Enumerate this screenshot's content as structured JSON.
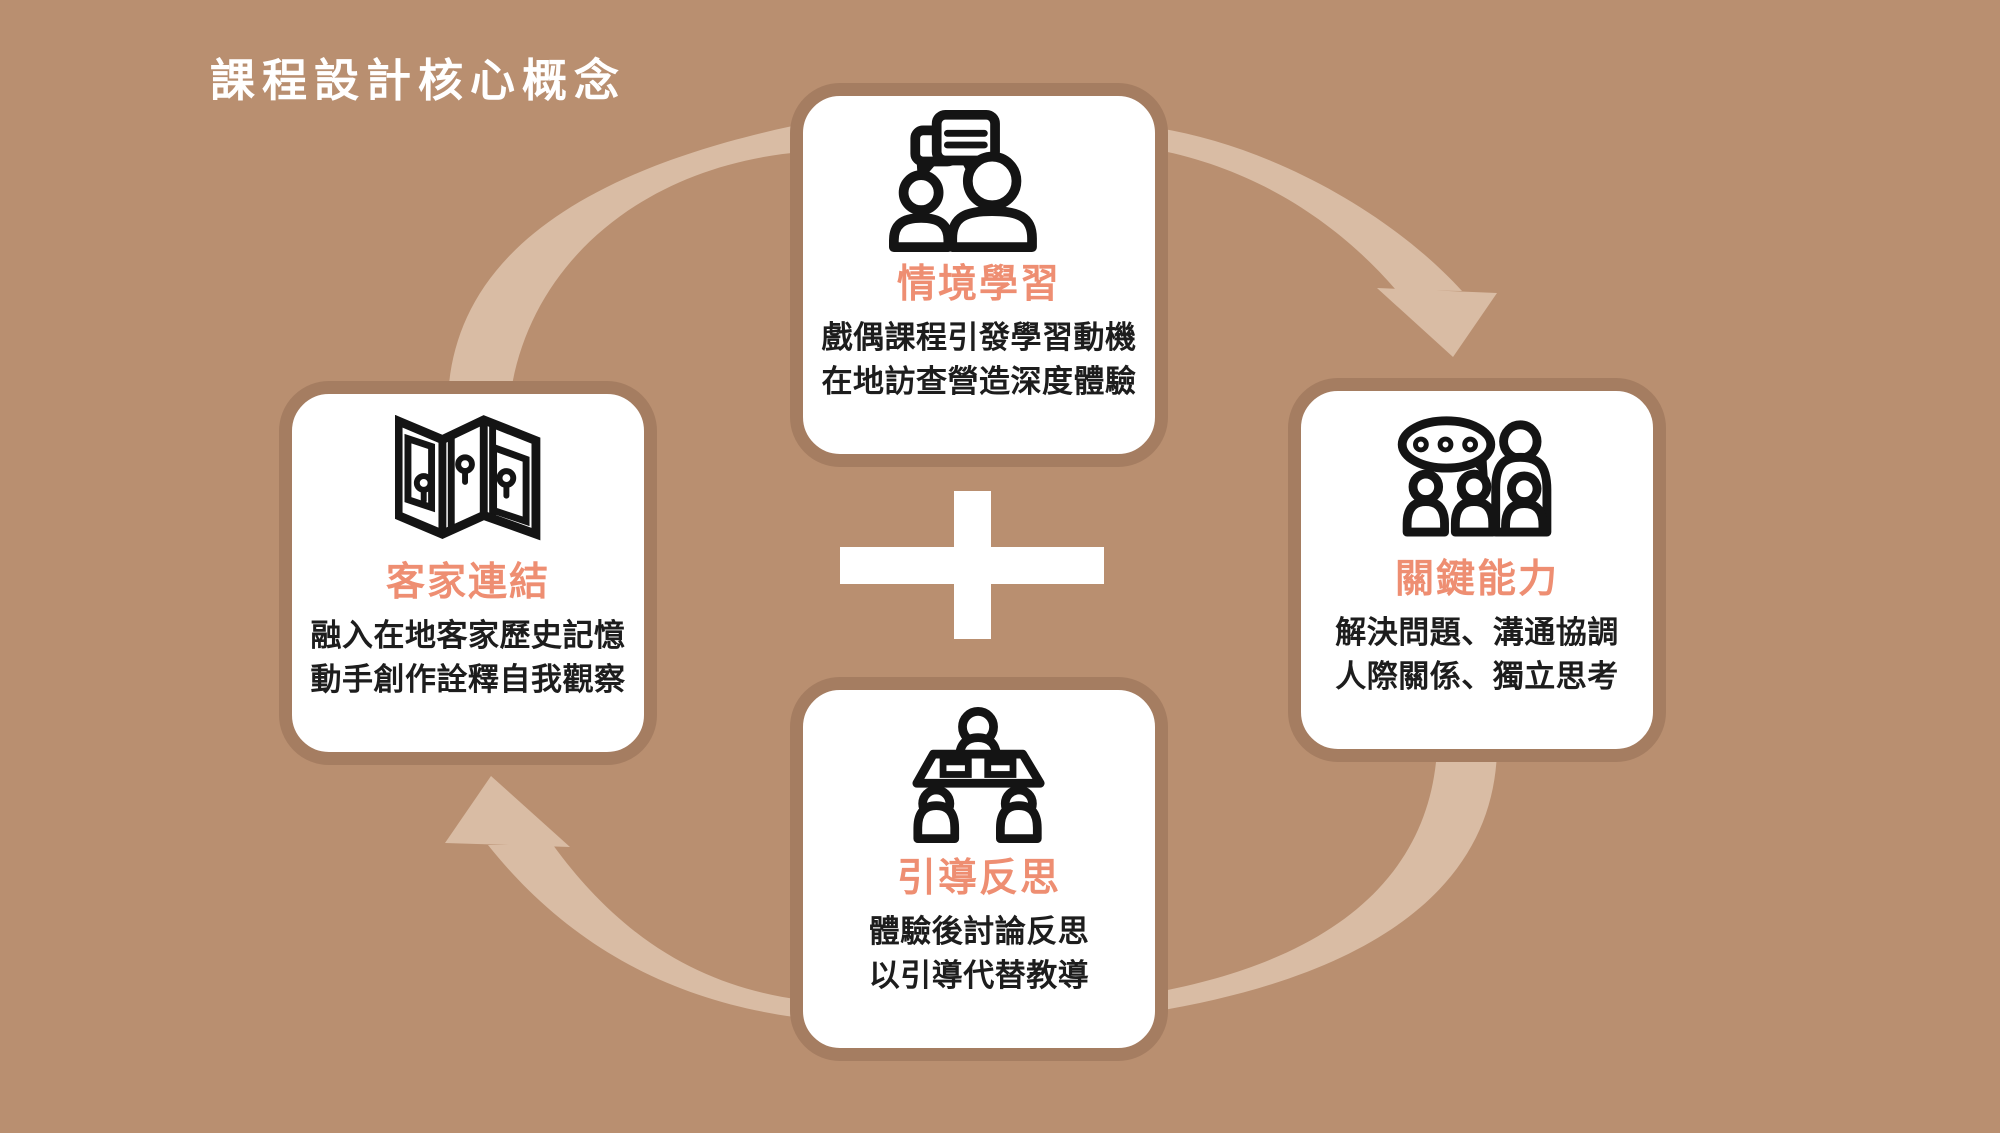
{
  "title": "課程設計核心概念",
  "colors": {
    "background": "#b98f70",
    "arrow": "#d9bca4",
    "card_border": "#a57d61",
    "card_bg": "#ffffff",
    "heading_text": "#ffffff",
    "card_title": "#ee8e72",
    "card_text": "#1d1d1d",
    "icon": "#141414",
    "plus": "#ffffff"
  },
  "center": {
    "symbol": "plus-sign"
  },
  "cycle": {
    "direction": "clockwise",
    "arrows": [
      "top-to-right",
      "right-to-bottom",
      "bottom-to-left",
      "left-to-top"
    ]
  },
  "cards": [
    {
      "id": "situational-learning",
      "position": "top",
      "icon": "conversation-icon",
      "title": "情境學習",
      "lines": [
        "戲偶課程引發學習動機",
        "在地訪查營造深度體驗"
      ]
    },
    {
      "id": "key-abilities",
      "position": "right",
      "icon": "group-discussion-icon",
      "title": "關鍵能力",
      "lines": [
        "解決問題、溝通協調",
        "人際關係、獨立思考"
      ]
    },
    {
      "id": "guided-reflection",
      "position": "bottom",
      "icon": "meeting-table-icon",
      "title": "引導反思",
      "lines": [
        "體驗後討論反思",
        "以引導代替教導"
      ]
    },
    {
      "id": "hakka-connection",
      "position": "left",
      "icon": "map-pins-icon",
      "title": "客家連結",
      "lines": [
        "融入在地客家歷史記憶",
        "動手創作詮釋自我觀察"
      ]
    }
  ]
}
